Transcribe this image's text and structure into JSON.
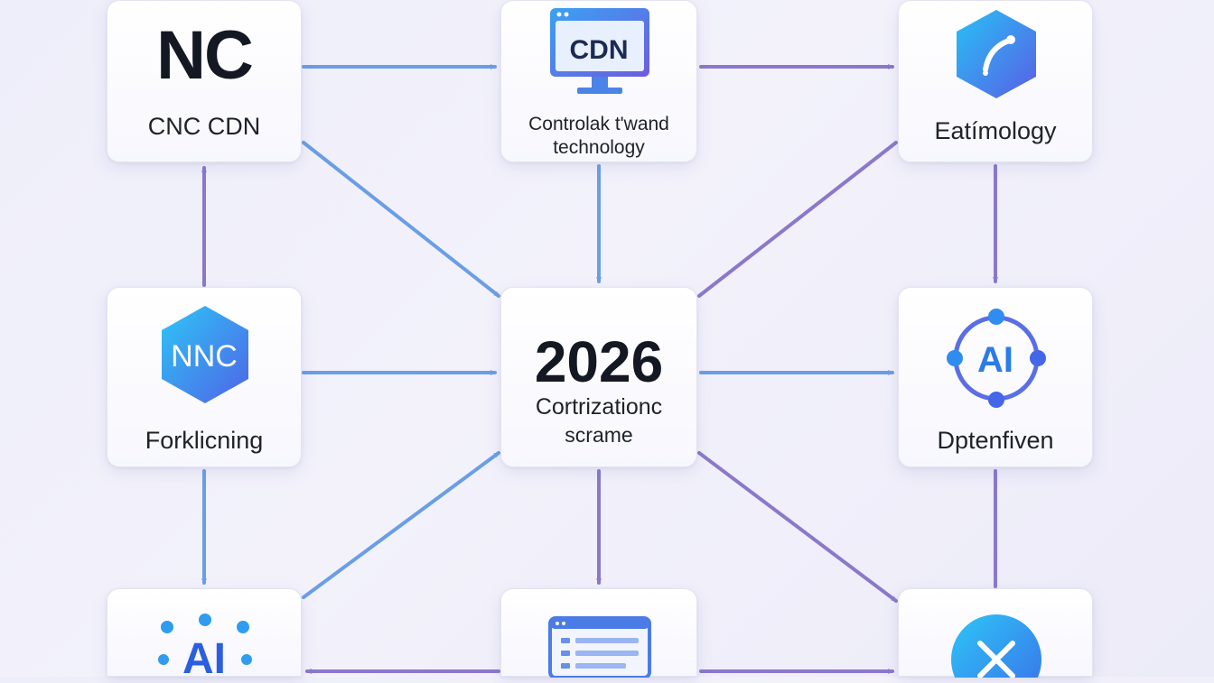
{
  "nodes": {
    "nc": {
      "icon_text": "NC",
      "label": "CNC CDN"
    },
    "cdn": {
      "icon_text": "CDN",
      "label_line1": "Controlak t'wand",
      "label_line2": "technology"
    },
    "eat": {
      "icon": "hexagon-arc-icon",
      "label": "Eatímology"
    },
    "nnc": {
      "icon_text": "NNC",
      "label": "Forklicning"
    },
    "center": {
      "title": "2026",
      "label_line1": "Cortrizationc",
      "label_line2": "scrame"
    },
    "ai_right": {
      "icon_text": "AI",
      "label": "Dptenfiven"
    },
    "ai_bottom": {
      "icon_text": "AI"
    },
    "list": {
      "icon": "list-window-icon"
    },
    "close": {
      "icon": "close-circle-icon"
    }
  },
  "colors": {
    "blue_arrow": "#6a9ee6",
    "purple_arrow": "#8b78cc",
    "icon_blue": "#2f8cf0",
    "icon_purple": "#6d5be0"
  }
}
